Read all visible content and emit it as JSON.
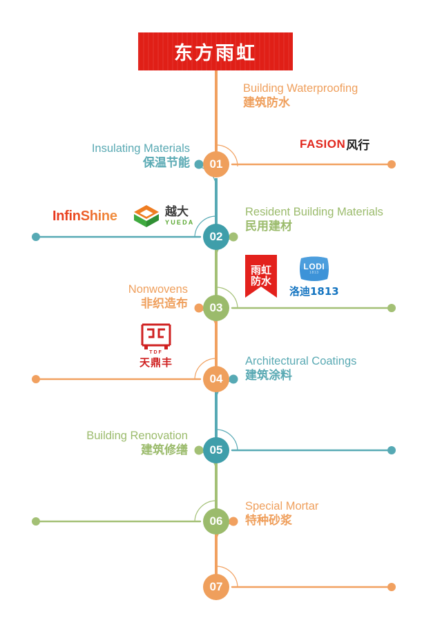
{
  "brand": {
    "name": "东方雨虹",
    "banner_color": "#e01f17"
  },
  "palette": {
    "orange": "#ef9f5c",
    "orange_line": "#f1a05f",
    "teal": "#3f9eaa",
    "teal_line": "#56a9b4",
    "green": "#9bbb6c",
    "green_line": "#a3c075",
    "red": "#e01f17",
    "blue": "#1273c0"
  },
  "nodes": [
    {
      "number": "01",
      "color": "#ef9f5c",
      "label_en": "Building Waterproofing",
      "label_cn": "建筑防水",
      "label_color": "#ef9f5c",
      "side": "right",
      "branch_color": "#f1a05f"
    },
    {
      "number": "01",
      "color": "#ef9f5c",
      "label_en": "Insulating Materials",
      "label_cn": "保温节能",
      "label_color": "#59a9b3",
      "side": "left",
      "branch_color": "#56a9b4"
    },
    {
      "number": "02",
      "color": "#3f9eaa",
      "label_en": "Resident Building Materials",
      "label_cn": "民用建材",
      "label_color": "#9bbb6c",
      "side": "right",
      "branch_color": "#a3c075"
    },
    {
      "number": "02",
      "color": "#3f9eaa",
      "label_en": "",
      "label_cn": "",
      "label_color": "#56a9b4",
      "side": "left",
      "branch_color": "#56a9b4"
    },
    {
      "number": "03",
      "color": "#9bbb6c",
      "label_en": "Nonwovens",
      "label_cn": "非织造布",
      "label_color": "#ef9f5c",
      "side": "left",
      "branch_color": "#f1a05f"
    },
    {
      "number": "04",
      "color": "#ef9f5c",
      "label_en": "Architectural Coatings",
      "label_cn": "建筑涂料",
      "label_color": "#59a9b3",
      "side": "right",
      "branch_color": "#56a9b4"
    },
    {
      "number": "05",
      "color": "#3f9eaa",
      "label_en": "Building Renovation",
      "label_cn": "建筑修缮",
      "label_color": "#9bbb6c",
      "side": "left",
      "branch_color": "#a3c075"
    },
    {
      "number": "06",
      "color": "#9bbb6c",
      "label_en": "Special Mortar",
      "label_cn": "特种砂浆",
      "label_color": "#ef9f5c",
      "side": "right",
      "branch_color": "#f1a05f"
    },
    {
      "number": "07",
      "color": "#ef9f5c",
      "label_en": "",
      "label_cn": "",
      "label_color": "#ef9f5c",
      "side": "right",
      "branch_color": "#f1a05f"
    }
  ],
  "node_labels": {
    "n01": "01",
    "n02": "02",
    "n03": "03",
    "n04": "04",
    "n05": "05",
    "n06": "06",
    "n07": "07"
  },
  "sections": {
    "waterproofing": {
      "en": "Building Waterproofing",
      "cn": "建筑防水"
    },
    "insulating": {
      "en": "Insulating Materials",
      "cn": "保温节能"
    },
    "resident": {
      "en": "Resident Building Materials",
      "cn": "民用建材"
    },
    "nonwovens": {
      "en": "Nonwovens",
      "cn": "非织造布"
    },
    "coatings": {
      "en": "Architectural Coatings",
      "cn": "建筑涂料"
    },
    "renovation": {
      "en": "Building Renovation",
      "cn": "建筑修缮"
    },
    "mortar": {
      "en": "Special Mortar",
      "cn": "特种砂浆"
    }
  },
  "logos": {
    "fasion": {
      "mark": "FASION",
      "cn": "风行",
      "mark_color": "#e1261c"
    },
    "infinshine": {
      "text": "InfinShine"
    },
    "yueda": {
      "cn": "越大",
      "en": "YUEDA"
    },
    "yuhong": {
      "cn_line1": "雨虹",
      "cn_line2": "防水"
    },
    "lodi": {
      "word": "LODI",
      "sub": "1813",
      "cn": "洛迪1813"
    },
    "tdf": {
      "en": "TDF",
      "cn": "天鼎丰"
    }
  }
}
